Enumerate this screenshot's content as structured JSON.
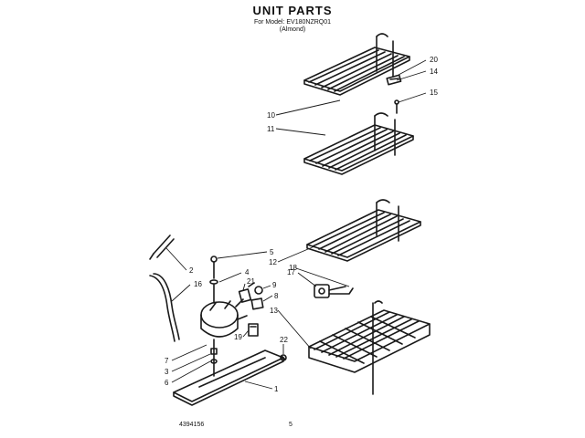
{
  "header": {
    "title": "UNIT PARTS",
    "model_line": "For Model: EV180NZRQ01",
    "variant_line": "(Almond)"
  },
  "footer": {
    "part_number": "4394156",
    "page_number": "5"
  },
  "callouts": [
    "1",
    "2",
    "3",
    "4",
    "5",
    "6",
    "7",
    "8",
    "9",
    "10",
    "11",
    "12",
    "13",
    "14",
    "15",
    "16",
    "17",
    "18",
    "19",
    "20",
    "21",
    "22"
  ]
}
